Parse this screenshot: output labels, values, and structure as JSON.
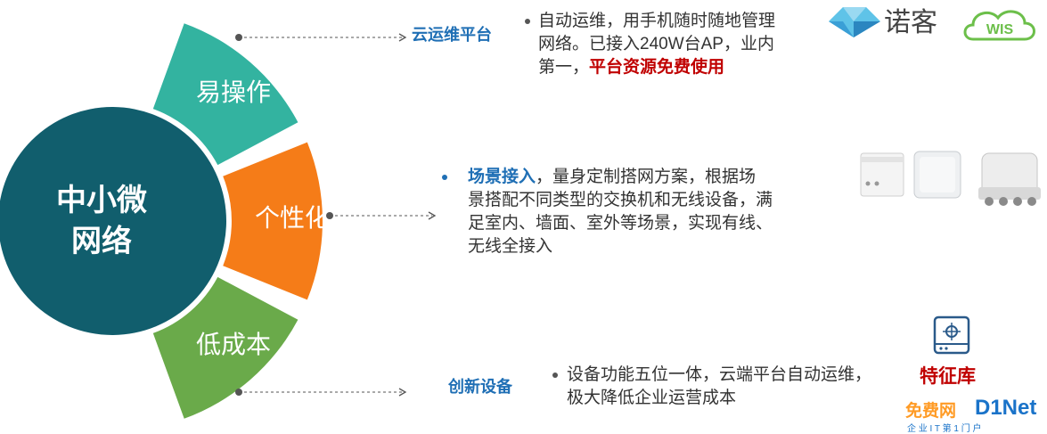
{
  "center": {
    "line1": "中小微",
    "line2": "网络",
    "color": "#115e6d"
  },
  "segments": [
    {
      "label": "易操作",
      "color": "#33b3a0"
    },
    {
      "label": "个性化",
      "color": "#f57c18"
    },
    {
      "label": "低成本",
      "color": "#6aaa4a"
    }
  ],
  "rows": [
    {
      "heading": "云运维平台",
      "text_before": "自动运维，用手机随时随地管理网络。已接入240W台AP，业内第一，",
      "line1": "自动运维，用手机随时随地管理",
      "line2": "网络。已接入240W台AP，业内",
      "line3_plain": "第一，",
      "highlight": "平台资源免费使用"
    },
    {
      "highlight": "场景接入",
      "line1_rest": "，量身定制搭网方案，根据场",
      "line2": "景搭配不同类型的交换机和无线设备，满",
      "line3": "足室内、墙面、室外等场景，实现有线、",
      "line4": "无线全接入"
    },
    {
      "heading": "创新设备",
      "line1": "设备功能五位一体，云端平台自动运维，",
      "line2": "极大降低企业运营成本",
      "highlight": "特征库"
    }
  ],
  "logos": {
    "nuoke": "诺客",
    "wis": "WIS"
  },
  "watermark": {
    "brand": "D1Net",
    "sub": "企 业 I T 第 1 门 户",
    "overlay": "免费网"
  },
  "colors": {
    "accent_blue": "#1f6fb5",
    "red": "#c00000"
  }
}
